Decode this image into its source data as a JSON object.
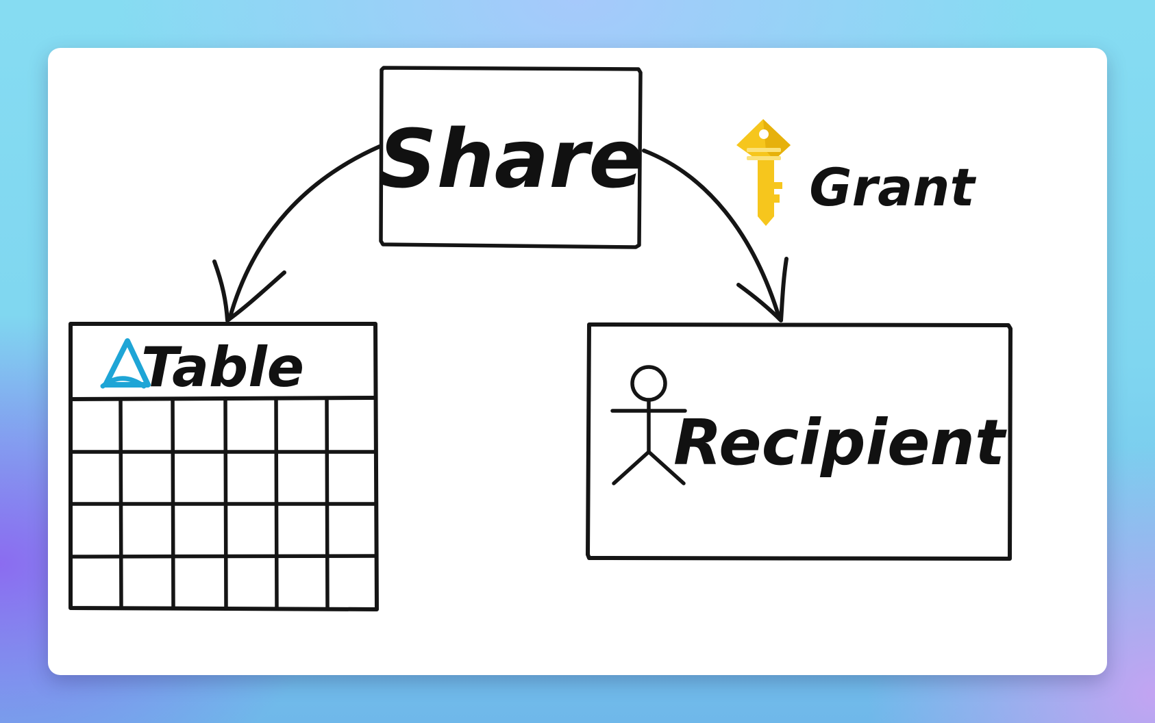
{
  "nodes": {
    "share": {
      "label": "Share"
    },
    "table": {
      "label": "Table",
      "icon": "delta-logo-icon"
    },
    "recipient": {
      "label": "Recipient",
      "icon": "stick-figure-icon"
    }
  },
  "edges": {
    "share_to_table": {
      "label": ""
    },
    "share_to_recipient": {
      "label": "Grant",
      "icon": "key-icon"
    }
  },
  "colors": {
    "key": "#F6C61D",
    "key_highlight": "#FBE27A",
    "delta_logo": "#1EA5D6",
    "ink": "#151515"
  }
}
